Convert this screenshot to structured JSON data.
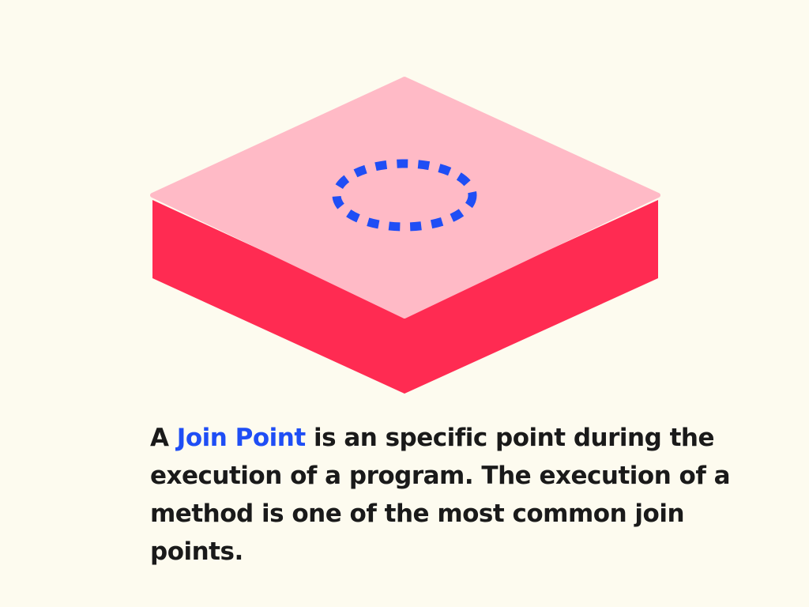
{
  "colors": {
    "background": "#fdfbef",
    "block_top": "#ffbac6",
    "block_side": "#ff2b52",
    "join_point_ring": "#1f4ef5",
    "text": "#1a1a1a",
    "highlight": "#1f4ef5"
  },
  "caption": {
    "prefix": "A ",
    "highlight": "Join Point",
    "rest": " is an specific point during the execution of a program. The execution of a method is one of the most common join points."
  }
}
